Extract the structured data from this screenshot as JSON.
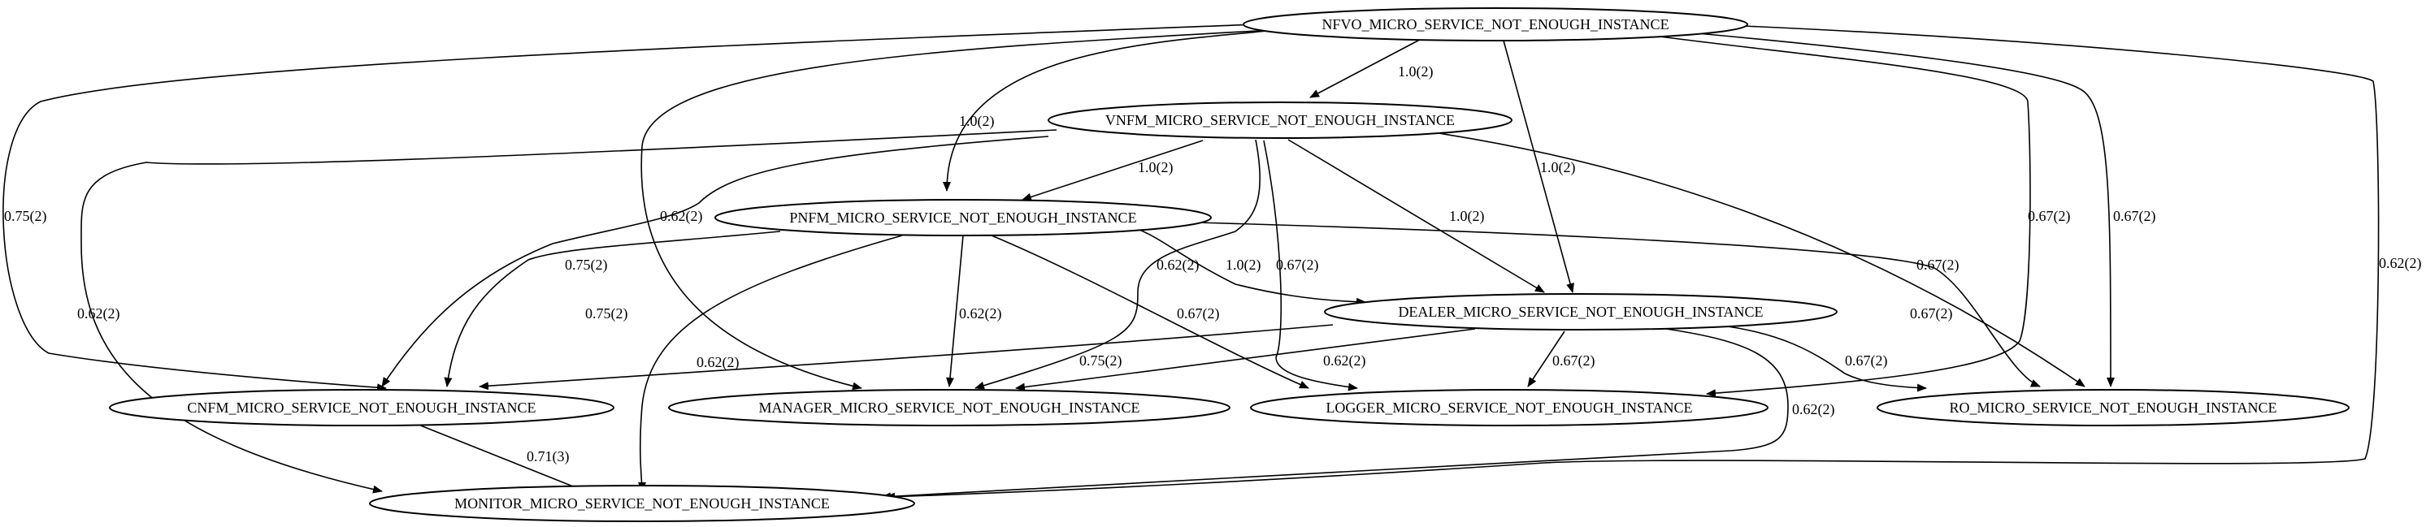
{
  "graph": {
    "nodes": {
      "nfvo": "NFVO_MICRO_SERVICE_NOT_ENOUGH_INSTANCE",
      "vnfm": "VNFM_MICRO_SERVICE_NOT_ENOUGH_INSTANCE",
      "pnfm": "PNFM_MICRO_SERVICE_NOT_ENOUGH_INSTANCE",
      "dealer": "DEALER_MICRO_SERVICE_NOT_ENOUGH_INSTANCE",
      "cnfm": "CNFM_MICRO_SERVICE_NOT_ENOUGH_INSTANCE",
      "manager": "MANAGER_MICRO_SERVICE_NOT_ENOUGH_INSTANCE",
      "logger": "LOGGER_MICRO_SERVICE_NOT_ENOUGH_INSTANCE",
      "ro": "RO_MICRO_SERVICE_NOT_ENOUGH_INSTANCE",
      "monitor": "MONITOR_MICRO_SERVICE_NOT_ENOUGH_INSTANCE"
    },
    "edges": {
      "nfvo_vnfm": "1.0(2)",
      "nfvo_pnfm": "1.0(2)",
      "nfvo_cnfm": "0.75(2)",
      "nfvo_manager": "0.62(2)",
      "nfvo_dealer": "1.0(2)",
      "nfvo_logger": "0.67(2)",
      "nfvo_ro": "0.67(2)",
      "nfvo_monitor": "0.62(2)",
      "vnfm_pnfm": "1.0(2)",
      "vnfm_monitor": "0.62(2)",
      "vnfm_cnfm": "0.75(2)",
      "vnfm_manager": "0.62(2)",
      "vnfm_logger": "0.67(2)",
      "vnfm_dealer": "1.0(2)",
      "vnfm_ro": "0.67(2)",
      "pnfm_cnfm": "0.75(2)",
      "pnfm_monitor": "0.62(2)",
      "pnfm_manager": "0.62(2)",
      "pnfm_logger": "0.67(2)",
      "pnfm_dealer": "1.0(2)",
      "pnfm_ro": "0.67(2)",
      "dealer_cnfm": "0.75(2)",
      "dealer_manager": "0.62(2)",
      "dealer_logger": "0.67(2)",
      "dealer_ro": "0.67(2)",
      "dealer_monitor": "0.62(2)",
      "cnfm_monitor": "0.71(3)"
    }
  }
}
